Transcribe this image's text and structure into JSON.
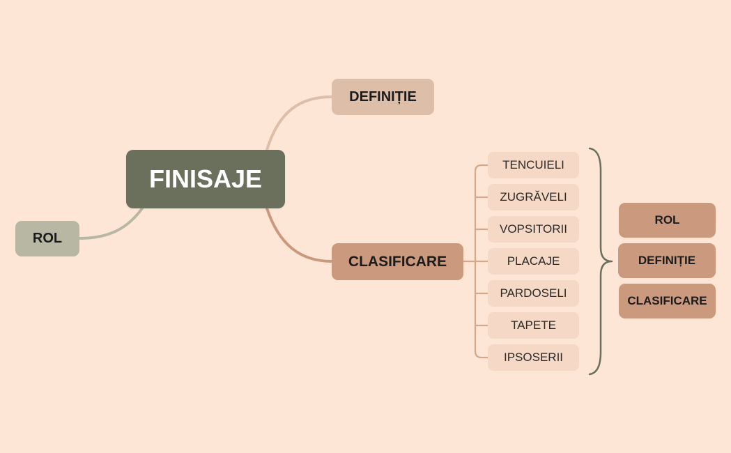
{
  "mindmap": {
    "root": {
      "label": "FINISAJE"
    },
    "left_branch": {
      "label": "ROL"
    },
    "top_branch": {
      "label": "DEFINIȚIE"
    },
    "main_branch": {
      "label": "CLASIFICARE"
    },
    "subtopics": [
      {
        "label": "TENCUIELI"
      },
      {
        "label": "ZUGRĂVELI"
      },
      {
        "label": "VOPSITORII"
      },
      {
        "label": "PLACAJE"
      },
      {
        "label": "PARDOSELI"
      },
      {
        "label": "TAPETE"
      },
      {
        "label": "IPSOSERII"
      }
    ],
    "summary": [
      {
        "label": "ROL"
      },
      {
        "label": "DEFINIȚIE"
      },
      {
        "label": "CLASIFICARE"
      }
    ]
  },
  "colors": {
    "background": "#fde6d6",
    "root": "#6b705c",
    "rol": "#b7b7a4",
    "definitie": "#ddbea9",
    "clasificare": "#cb997e",
    "subtopic": "#f5d8c5",
    "bracket": "#6b705c"
  }
}
